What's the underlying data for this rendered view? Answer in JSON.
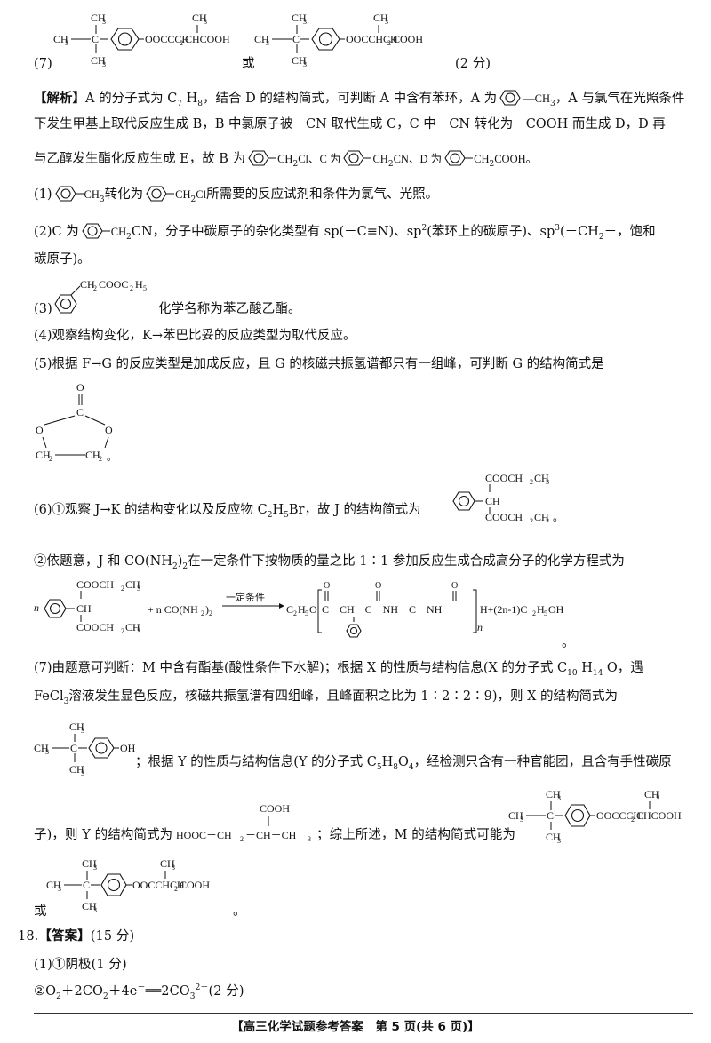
{
  "top": {
    "item7_label": "(7)",
    "or": "或",
    "score": "(2 分)",
    "mol1": {
      "ch3_top": "CH",
      "ch3_left": "CH",
      "ch3_bottom": "CH",
      "three": "3",
      "rest": "OOCCCH",
      "ch3_side": "CH",
      "rest2": "CHCOOH",
      "two": "2"
    },
    "mol2": {
      "ch3_top": "CH",
      "ch3_left": "CH",
      "ch3_bottom": "CH",
      "three": "3",
      "rest": "OOCCHCH",
      "two": "2",
      "rest2": "COOH",
      "ch3_side": "CH"
    }
  },
  "analysis": {
    "tag": "【解析】",
    "l1a": "A 的分子式为 C",
    "l1_7": "7",
    "l1b": " H",
    "l1_8": "8",
    "l1c": "，结合 D 的结构简式，可判断 A 中含有苯环，A 为",
    "l1d": "—CH",
    "l1d3": "3",
    "l1e": "，A 与氯气在光照条件",
    "l2": "下发生甲基上取代反应生成 B，B 中氯原子被－CN 取代生成 C，C 中－CN 转化为－COOH 而生成 D，D 再",
    "l3a": "与乙醇发生酯化反应生成 E，故 B 为",
    "l3b": "CH",
    "l3b2": "2",
    "l3c": "Cl、C 为",
    "l3d": "CH",
    "l3d2": "2",
    "l3e": "CN、D 为",
    "l3f": "CH",
    "l3f2": "2",
    "l3g": "COOH。"
  },
  "q1": {
    "a": "(1)",
    "b": "CH",
    "b3": "3",
    "c": "转化为",
    "d": "CH",
    "d2": "2",
    "e": "Cl",
    "f": "所需要的反应试剂和条件为氯气、光照。"
  },
  "q2": {
    "a": "(2)C 为",
    "b": "CH",
    "b2": "2",
    "c": "CN，分子中碳原子的杂化类型有 sp(－C≡N)、sp",
    "c2": "2",
    "d": "(苯环上的碳原子)、sp",
    "d3": "3",
    "e": "(－CH",
    "e2": "2",
    "f": "－，饱和",
    "g": "碳原子)。"
  },
  "q3": {
    "a": "(3)",
    "sub": "CH",
    "sub2": "2",
    "sub_r": "COOC",
    "sub_h": "2",
    "sub_h5": "H",
    "sub5": "5",
    "text": "化学名称为苯乙酸乙酯。"
  },
  "q4": "(4)观察结构变化，K→苯巴比妥的反应类型为取代反应。",
  "q5": {
    "text": "(5)根据 F→G 的反应类型是加成反应，且 G 的核磁共振氢谱都只有一组峰，可判断 G 的结构简式是",
    "o_top": "O",
    "c": "C",
    "o_l": "O",
    "o_r": "O",
    "ch2a": "CH",
    "ch2b": "CH",
    "two": "2",
    "end": "。"
  },
  "q6": {
    "struct_top": "COOCH",
    "struct_bottom": "COOCH",
    "two": "2",
    "ch3": "CH",
    "three": "3",
    "ch": "CH",
    "end": "。",
    "l1a": "(6)①观察 J→K 的结构变化以及反应物 C",
    "l1_2": "2",
    "l1b": "H",
    "l1_5": "5",
    "l1c": "Br，故 J 的结构简式为",
    "l2": "②依题意，J 和 CO(NH",
    "l2_2": "2",
    "l2b": ")",
    "l2_2b": "2",
    "l2c": "在一定条件下按物质的量之比 1∶1 参加反应生成合成高分子的化学方程式为",
    "eq_n": "n",
    "eq_plus": "+ n CO(NH",
    "eq_plus_2": "2",
    "eq_plus_b": ")",
    "eq_plus_2b": "2",
    "eq_cond": "一定条件",
    "eq_prod_a": "C",
    "eq_prod_2": "2",
    "eq_prod_b": "H",
    "eq_prod_5": "5",
    "eq_prod_c": "O",
    "eq_chain": "C－CH－C－NH－C－NH",
    "eq_o": "O",
    "eq_sub_n": "n",
    "eq_tail": "H+(2n-1)C",
    "eq_tail2": "2",
    "eq_tail_h": "H",
    "eq_tail5": "5",
    "eq_tail_oh": "OH",
    "eq_end": "。"
  },
  "q7": {
    "l1a": "(7)由题意可判断：M 中含有酯基(酸性条件下水解)；根据 X 的性质与结构信息(X 的分子式 C",
    "l1_10": "10",
    "l1b": " H",
    "l1_14": "14",
    "l1c": " O，遇",
    "l2a": "FeCl",
    "l2_3": "3",
    "l2b": "溶液发生显色反应，核磁共振氢谱有四组峰，且峰面积之比为 1∶2∶2∶9)，则 X 的结构简式为",
    "x_oh": "OH",
    "l3a": "；根据 Y 的性质与结构信息(Y 的分子式 C",
    "l3_5": "5",
    "l3b": "H",
    "l3_8": "8",
    "l3c": "O",
    "l3_4": "4",
    "l3d": "，经检测只含有一种官能团，且含有手性碳原",
    "l4a": "子)，则 Y 的结构简式为",
    "y_cooh": "COOH",
    "y_formula": "HOOC－CH",
    "y_2": "2",
    "y_rest": "－CH－CH",
    "y_3": "3",
    "l4b": "；综上所述，M 的结构简式可能为",
    "or": "或",
    "end": "。"
  },
  "q18": {
    "num": "18.",
    "tag": "【答案】",
    "score": "(15 分)",
    "p1": "(1)①阴极(1 分)",
    "p2a": "②O",
    "p2_2": "2",
    "p2b": "＋2CO",
    "p2_2b": "2",
    "p2c": "＋4e",
    "p2_minus": "－",
    "p2d": "══2CO",
    "p2_3": "3",
    "p2_2m": "2－",
    "p2e": "(2 分)"
  },
  "footer": "【高三化学试题参考答案　第 5 页(共 6 页)】"
}
